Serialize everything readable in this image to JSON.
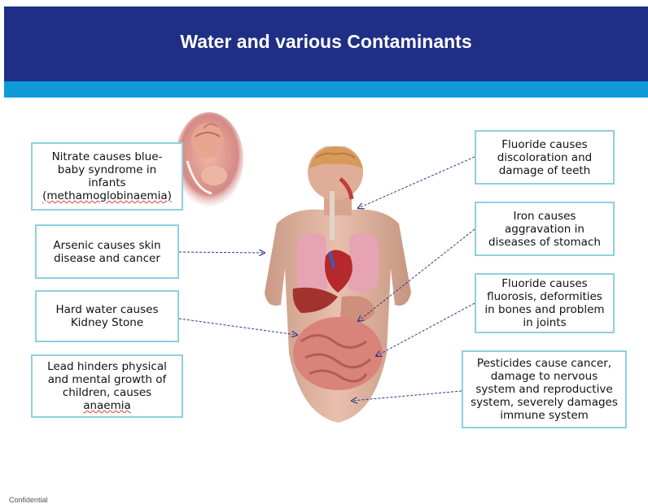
{
  "slide": {
    "title": "Water and various Contaminants",
    "footer": "Confidential"
  },
  "callouts": {
    "nitrate": {
      "lines": [
        "Nitrate causes blue-",
        "baby syndrome in",
        "infants"
      ],
      "underlined": "(methamoglobinaemia)"
    },
    "arsenic": {
      "lines": [
        "Arsenic causes skin",
        "disease and cancer"
      ]
    },
    "hard_water": {
      "lines": [
        "Hard water causes",
        "Kidney Stone"
      ]
    },
    "lead": {
      "lines": [
        "Lead hinders physical",
        "and mental growth of",
        "children, causes"
      ],
      "underlined": "anaemia"
    },
    "fluoride_teeth": {
      "lines": [
        "Fluoride causes",
        "discoloration and",
        "damage of teeth"
      ]
    },
    "iron": {
      "lines": [
        "Iron causes",
        "aggravation in",
        "diseases of stomach"
      ]
    },
    "fluoride_bones": {
      "lines": [
        "Fluoride causes",
        "fluorosis, deformities",
        "in bones and problem",
        "in joints"
      ]
    },
    "pesticides": {
      "lines": [
        "Pesticides cause cancer,",
        "damage to nervous",
        "system and reproductive",
        "system, severely damages",
        "immune system"
      ]
    }
  },
  "colors": {
    "title_bar": "#1f2f86",
    "title_stripe": "#0f9ad8",
    "box_border": "#8fd0e2",
    "arrow": "#2b3a8c"
  }
}
